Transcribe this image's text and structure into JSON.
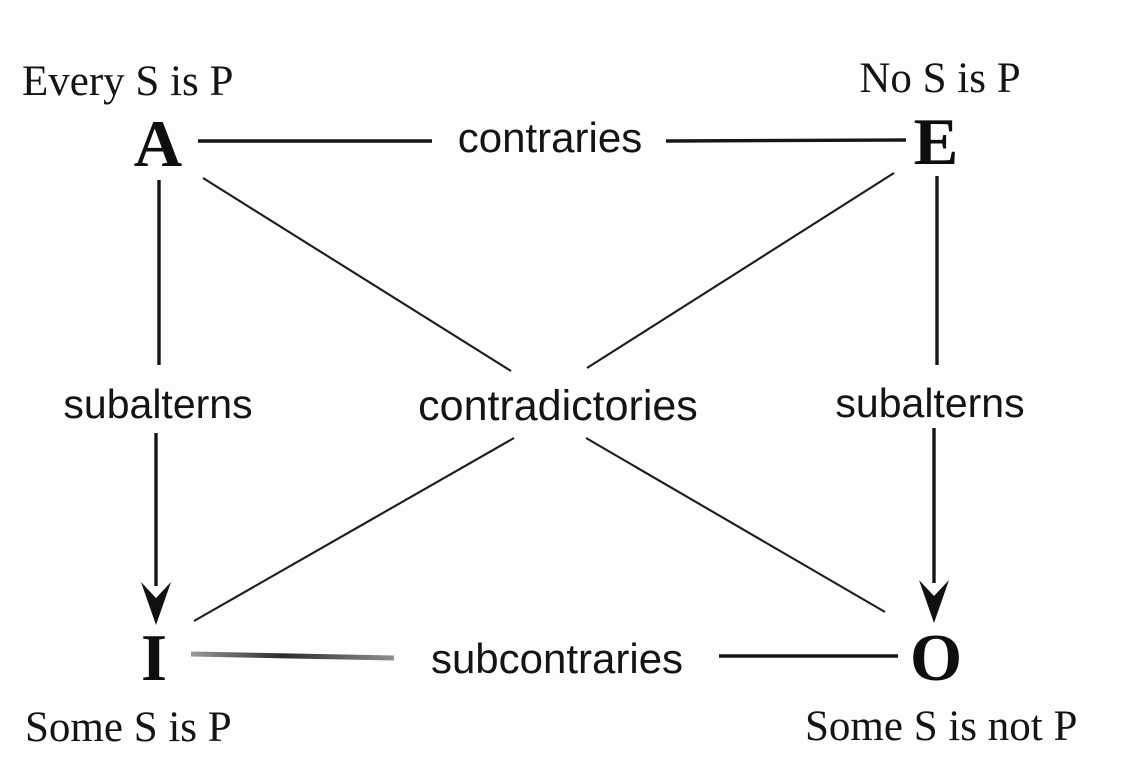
{
  "diagram_type": "square-of-opposition",
  "colors": {
    "ink": "#141414",
    "background": "#fdfdfd",
    "gray_segment": "#8f8f8f"
  },
  "corners": {
    "A": {
      "letter": "A",
      "statement": "Every S is P"
    },
    "E": {
      "letter": "E",
      "statement": "No S is P"
    },
    "I": {
      "letter": "I",
      "statement": "Some S is P"
    },
    "O": {
      "letter": "O",
      "statement": "Some S is not P"
    }
  },
  "relations": {
    "contraries": "contraries",
    "contradictories": "contradictories",
    "subcontraries": "subcontraries",
    "subalterns_left": "subalterns",
    "subalterns_right": "subalterns"
  }
}
